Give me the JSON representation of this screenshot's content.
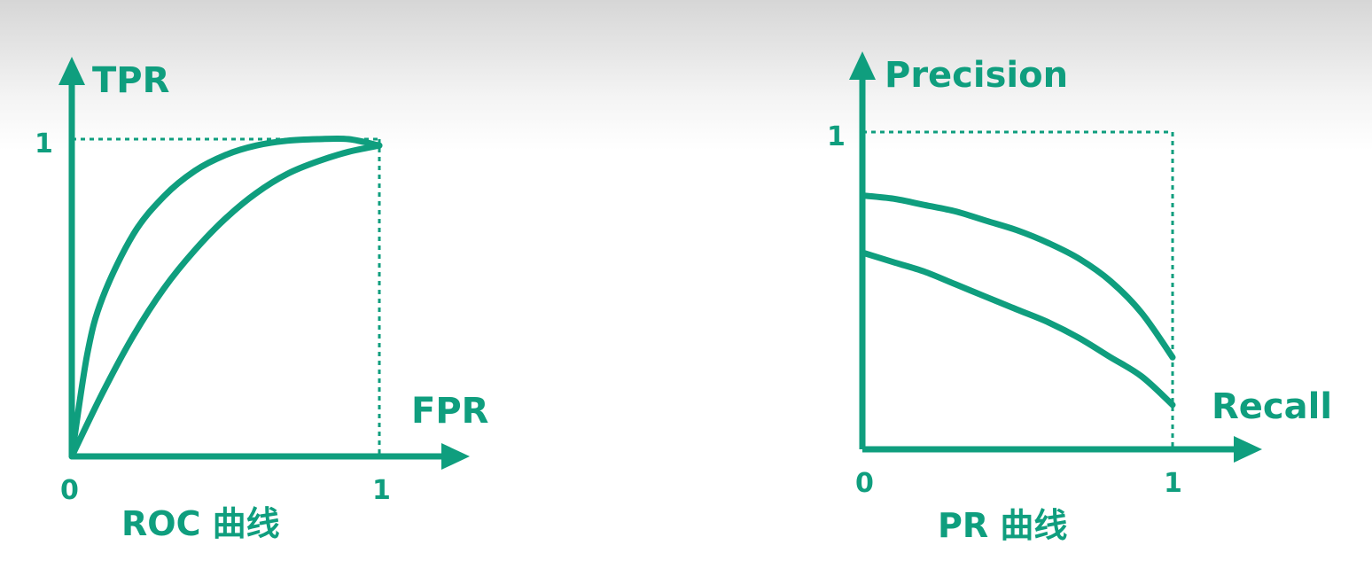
{
  "theme": {
    "accent": "#0f9e7e"
  },
  "chart_data": [
    {
      "type": "line",
      "name_label": "ROC 曲线",
      "xlabel": "FPR",
      "ylabel": "TPR",
      "xlim": [
        0,
        1
      ],
      "ylim": [
        0,
        1
      ],
      "tick_origin": "0",
      "tick_x_end": "1",
      "tick_y_end": "1",
      "series": [
        {
          "x": [
            0,
            0.05,
            0.1,
            0.2,
            0.3,
            0.4,
            0.5,
            0.6,
            0.7,
            0.8,
            0.9,
            1.0
          ],
          "y": [
            0,
            0.32,
            0.5,
            0.7,
            0.82,
            0.9,
            0.95,
            0.98,
            0.995,
            1.0,
            1.0,
            0.98
          ]
        },
        {
          "x": [
            0,
            0.1,
            0.2,
            0.3,
            0.4,
            0.5,
            0.6,
            0.7,
            0.8,
            0.9,
            1.0
          ],
          "y": [
            0,
            0.2,
            0.38,
            0.53,
            0.65,
            0.75,
            0.83,
            0.89,
            0.93,
            0.96,
            0.98
          ]
        }
      ]
    },
    {
      "type": "line",
      "name_label": "PR 曲线",
      "xlabel": "Recall",
      "ylabel": "Precision",
      "xlim": [
        0,
        1
      ],
      "ylim": [
        0,
        1
      ],
      "tick_origin": "0",
      "tick_x_end": "1",
      "tick_y_end": "1",
      "series": [
        {
          "x": [
            0,
            0.1,
            0.2,
            0.3,
            0.4,
            0.5,
            0.6,
            0.7,
            0.8,
            0.9,
            1.0
          ],
          "y": [
            0.8,
            0.79,
            0.77,
            0.75,
            0.72,
            0.69,
            0.65,
            0.6,
            0.53,
            0.43,
            0.29
          ]
        },
        {
          "x": [
            0,
            0.1,
            0.2,
            0.3,
            0.4,
            0.5,
            0.6,
            0.7,
            0.8,
            0.9,
            1.0
          ],
          "y": [
            0.62,
            0.59,
            0.56,
            0.52,
            0.48,
            0.44,
            0.4,
            0.35,
            0.29,
            0.23,
            0.14
          ]
        }
      ]
    }
  ]
}
